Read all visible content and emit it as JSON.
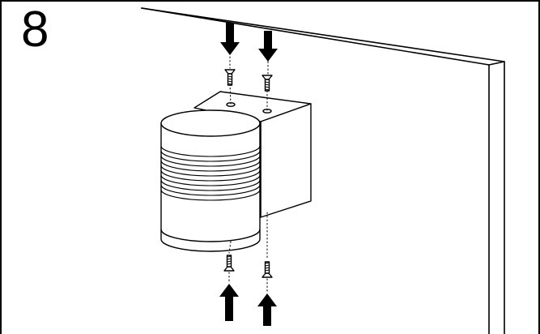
{
  "step": {
    "number": "8"
  },
  "diagram": {
    "wall_icon": "wall-panel",
    "fixture_icon": "cylindrical-wall-lamp",
    "screw_icon": "screw",
    "arrow_icon": "solid-arrow",
    "screw_count": 4,
    "colors": {
      "line": "#000000",
      "background": "#ffffff"
    }
  }
}
